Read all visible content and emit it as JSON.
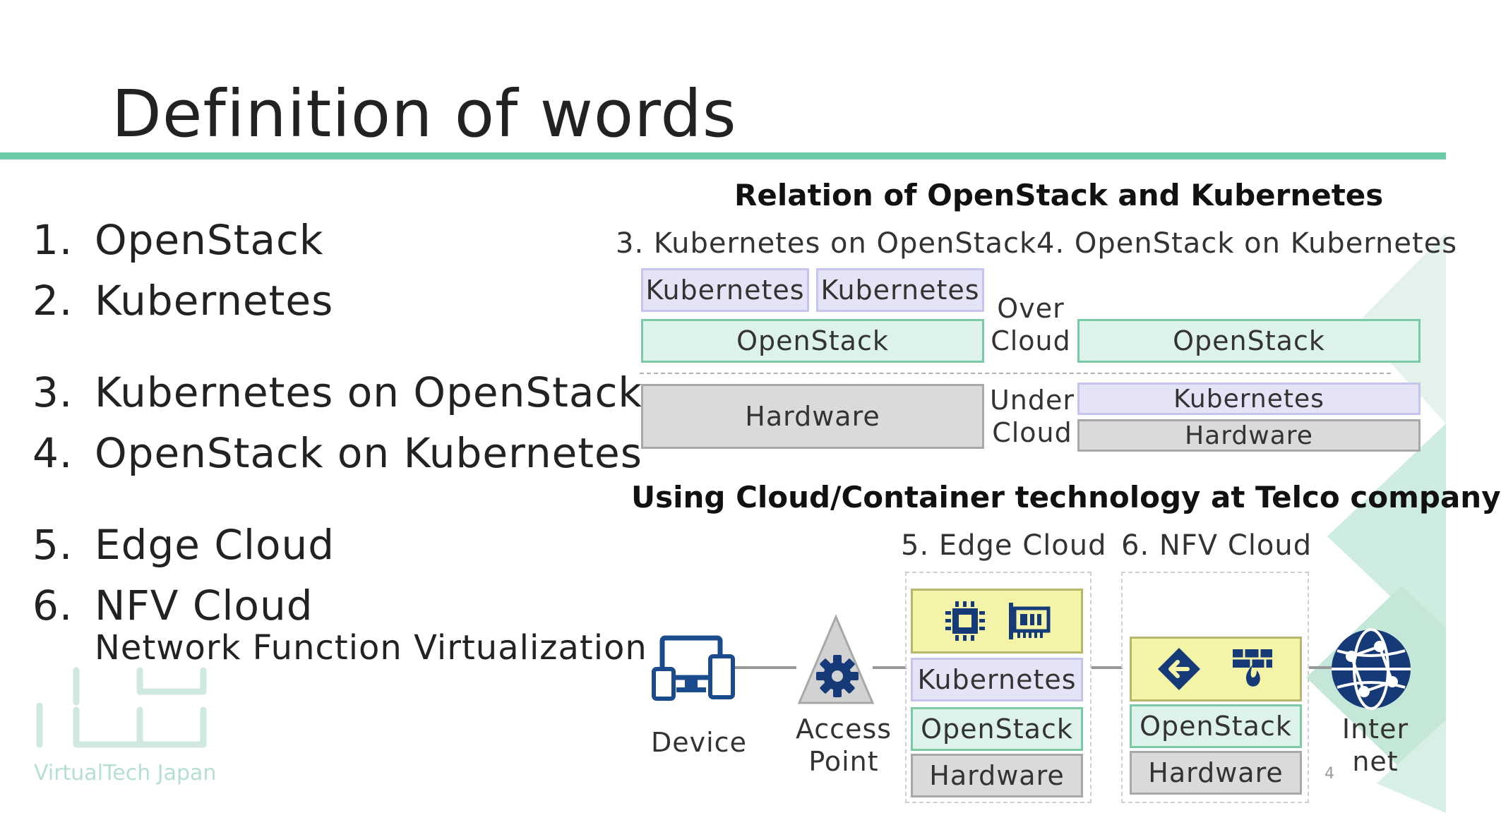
{
  "slide": {
    "title": "Definition of words",
    "page_number": "4",
    "colors": {
      "accent": "#6ccaa6",
      "kubernetes": "#e4e4f6",
      "openstack": "#dcf2ea",
      "hardware": "#dadada",
      "hw_accel": "#f3f4a8",
      "icon_navy": "#163a78"
    }
  },
  "terms": {
    "items": [
      {
        "num": "1.",
        "label": "OpenStack"
      },
      {
        "num": "2.",
        "label": "Kubernetes"
      },
      {
        "num": "3.",
        "label": "Kubernetes on OpenStack"
      },
      {
        "num": "4.",
        "label": "OpenStack on Kubernetes"
      },
      {
        "num": "5.",
        "label": "Edge Cloud"
      },
      {
        "num": "6.",
        "label": "NFV Cloud"
      }
    ],
    "nfv_sub": "Network Function Virtualization"
  },
  "relation": {
    "heading": "Relation of OpenStack and Kubernetes",
    "left_title": "3. Kubernetes on OpenStack",
    "right_title": "4. OpenStack on Kubernetes",
    "left": {
      "k8s_a": "Kubernetes",
      "k8s_b": "Kubernetes",
      "openstack": "OpenStack",
      "hardware": "Hardware"
    },
    "over_cloud": [
      "Over",
      "Cloud"
    ],
    "under_cloud": [
      "Under",
      "Cloud"
    ],
    "right": {
      "openstack": "OpenStack",
      "kubernetes": "Kubernetes",
      "hardware": "Hardware"
    }
  },
  "telco": {
    "heading": "Using Cloud/Container technology at Telco company",
    "edge_title": "5. Edge Cloud",
    "nfv_title": "6. NFV Cloud",
    "device": "Device",
    "access_point": [
      "Access",
      "Point"
    ],
    "internet": [
      "Inter",
      "net"
    ],
    "edge": {
      "kubernetes": "Kubernetes",
      "openstack": "OpenStack",
      "hardware": "Hardware"
    },
    "nfv": {
      "openstack": "OpenStack",
      "hardware": "Hardware"
    }
  },
  "logo": {
    "text": "VirtualTech Japan"
  }
}
